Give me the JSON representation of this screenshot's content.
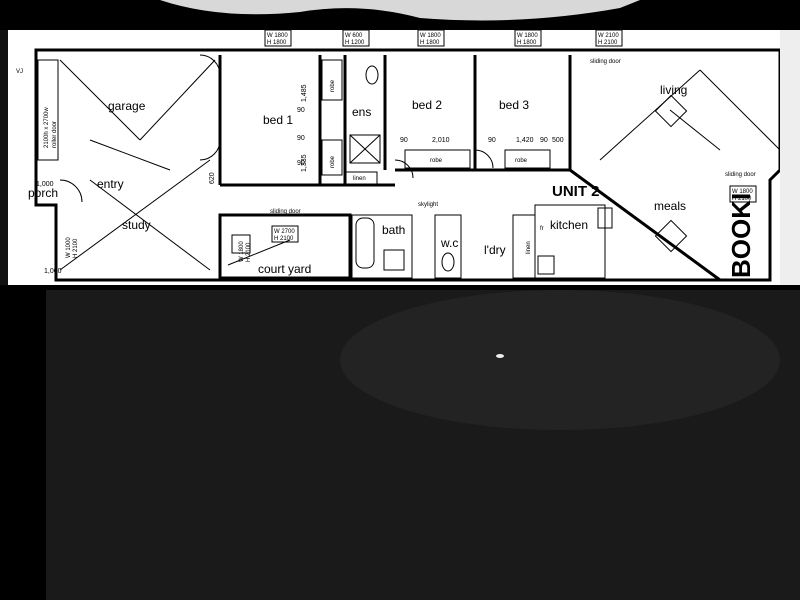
{
  "plan": {
    "unit_label": "UNIT 2",
    "rooms": {
      "garage": "garage",
      "bed1": "bed 1",
      "ens": "ens",
      "bed2": "bed 2",
      "bed3": "bed 3",
      "living": "living",
      "porch": "porch",
      "entry": "entry",
      "study": "study",
      "court_yard": "court yard",
      "bath": "bath",
      "wc": "w.c",
      "ldry": "l'dry",
      "kitchen": "kitchen",
      "meals": "meals",
      "linen_1": "linen",
      "linen_2": "linen",
      "robe_1": "robe",
      "robe_2": "robe",
      "robe_3": "robe",
      "robe_4": "robe"
    },
    "labels": {
      "sliding_door_1": "sliding door",
      "sliding_door_2": "sliding door",
      "sliding_door_3": "sliding door",
      "skylight": "skylight",
      "garage_door_line1": "2100h x 2700w",
      "garage_door_line2": "roller door",
      "fr": "fr",
      "vj": "VJ"
    },
    "window_tags": [
      [
        "W 1800",
        "H 1800"
      ],
      [
        "W 600",
        "H 1200"
      ],
      [
        "W 1800",
        "H 1800"
      ],
      [
        "W 1800",
        "H 1800"
      ],
      [
        "W 2100",
        "H 2100"
      ],
      [
        "W 1800",
        "H 2100"
      ],
      [
        "W 2700",
        "H 2100"
      ],
      [
        "W 1800",
        "H 2100"
      ],
      [
        "W 1000",
        "H 2100"
      ]
    ],
    "dimensions": {
      "d1485": "1,485",
      "d2010": "2,010",
      "d1420": "1,420",
      "d1335": "1,335",
      "d1000a": "1,000",
      "d1000b": "1,000",
      "d620": "620",
      "d90a": "90",
      "d90b": "90",
      "d90c": "90",
      "d90d": "90",
      "d90e": "90",
      "d90f": "90",
      "d500": "500"
    },
    "side_text": "BOOKI"
  },
  "colors": {
    "paper": "#ffffff",
    "ink": "#000000",
    "background": "#000000",
    "surface": "#1c1c1c",
    "glare": "#e8e8e8"
  }
}
